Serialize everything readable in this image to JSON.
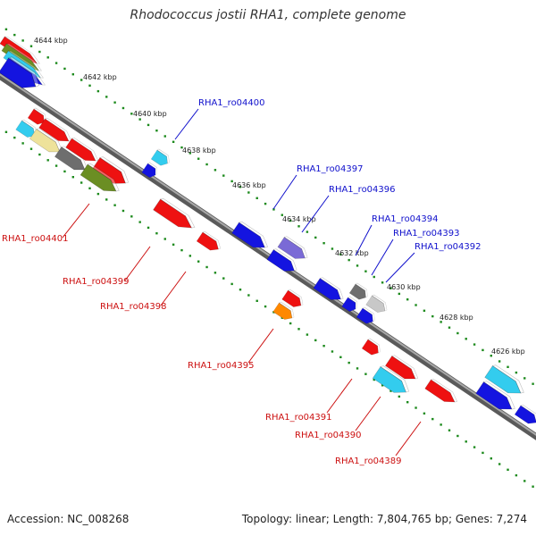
{
  "title": "Rhodococcus jostii RHA1, complete genome",
  "footer": {
    "accession": "Accession: NC_008268",
    "summary": "Topology: linear; Length: 7,804,765 bp; Genes: 7,274"
  },
  "ruler_labels": [
    "4644 kbp",
    "4642 kbp",
    "4640 kbp",
    "4638 kbp",
    "4636 kbp",
    "4634 kbp",
    "4632 kbp",
    "4630 kbp",
    "4628 kbp",
    "4626 kbp"
  ],
  "gene_labels": {
    "forward": [
      "RHA1_ro04400",
      "RHA1_ro04397",
      "RHA1_ro04396",
      "RHA1_ro04394",
      "RHA1_ro04393",
      "RHA1_ro04392"
    ],
    "reverse": [
      "RHA1_ro04401",
      "RHA1_ro04399",
      "RHA1_ro04398",
      "RHA1_ro04395",
      "RHA1_ro04391",
      "RHA1_ro04390",
      "RHA1_ro04389"
    ]
  },
  "colors": {
    "forward_label": "#1010cc",
    "reverse_label": "#cc1010",
    "backbone": "#7a7a7a",
    "ruler_dots": "#1d8a1d",
    "blue": "#1414e0",
    "red": "#ee1111",
    "cyan": "#33ccee",
    "purple": "#7a6ad6",
    "grey": "#6e6e6e",
    "light_grey": "#c8c8c8",
    "orange": "#ff8800",
    "khaki": "#eee29a",
    "olive": "#6b8e23"
  }
}
